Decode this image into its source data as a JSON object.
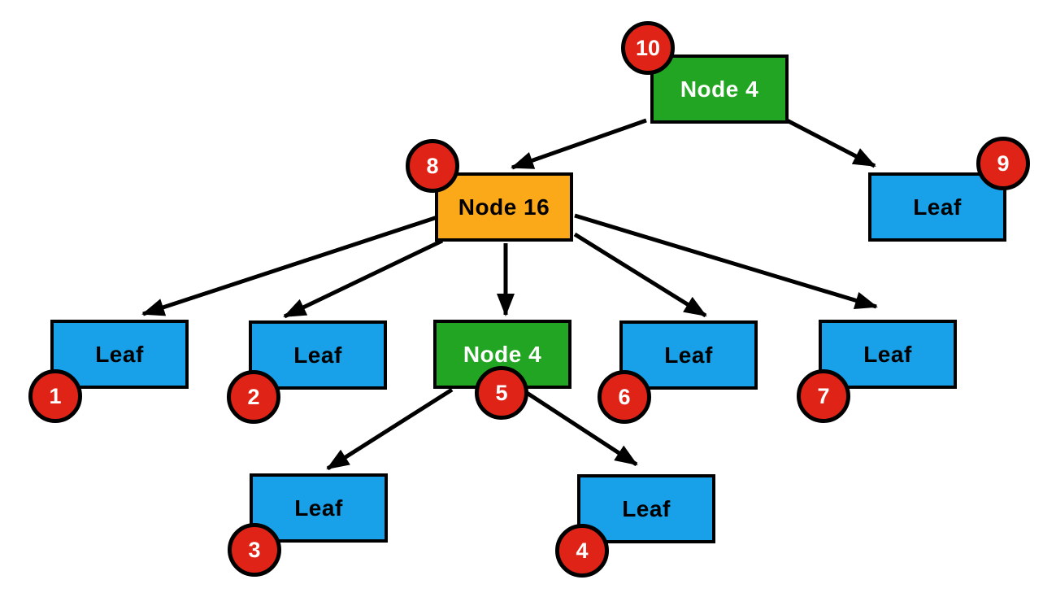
{
  "colors": {
    "node_green": "#22a522",
    "node_orange": "#fba819",
    "leaf_blue": "#18a0e8",
    "badge_red": "#e02317",
    "edge_black": "#000000"
  },
  "nodes": [
    {
      "id": "root",
      "label": "Node 4",
      "badge": "10"
    },
    {
      "id": "node16",
      "label": "Node 16",
      "badge": "8"
    },
    {
      "id": "leaf-right",
      "label": "Leaf",
      "badge": "9"
    },
    {
      "id": "leaf-1",
      "label": "Leaf",
      "badge": "1"
    },
    {
      "id": "leaf-2",
      "label": "Leaf",
      "badge": "2"
    },
    {
      "id": "node4-mid",
      "label": "Node 4",
      "badge": "5"
    },
    {
      "id": "leaf-6",
      "label": "Leaf",
      "badge": "6"
    },
    {
      "id": "leaf-7",
      "label": "Leaf",
      "badge": "7"
    },
    {
      "id": "leaf-3",
      "label": "Leaf",
      "badge": "3"
    },
    {
      "id": "leaf-4",
      "label": "Leaf",
      "badge": "4"
    }
  ],
  "edges": [
    {
      "from": "root",
      "to": "node16"
    },
    {
      "from": "root",
      "to": "leaf-right"
    },
    {
      "from": "node16",
      "to": "leaf-1"
    },
    {
      "from": "node16",
      "to": "leaf-2"
    },
    {
      "from": "node16",
      "to": "node4-mid"
    },
    {
      "from": "node16",
      "to": "leaf-6"
    },
    {
      "from": "node16",
      "to": "leaf-7"
    },
    {
      "from": "node4-mid",
      "to": "leaf-3"
    },
    {
      "from": "node4-mid",
      "to": "leaf-4"
    }
  ]
}
